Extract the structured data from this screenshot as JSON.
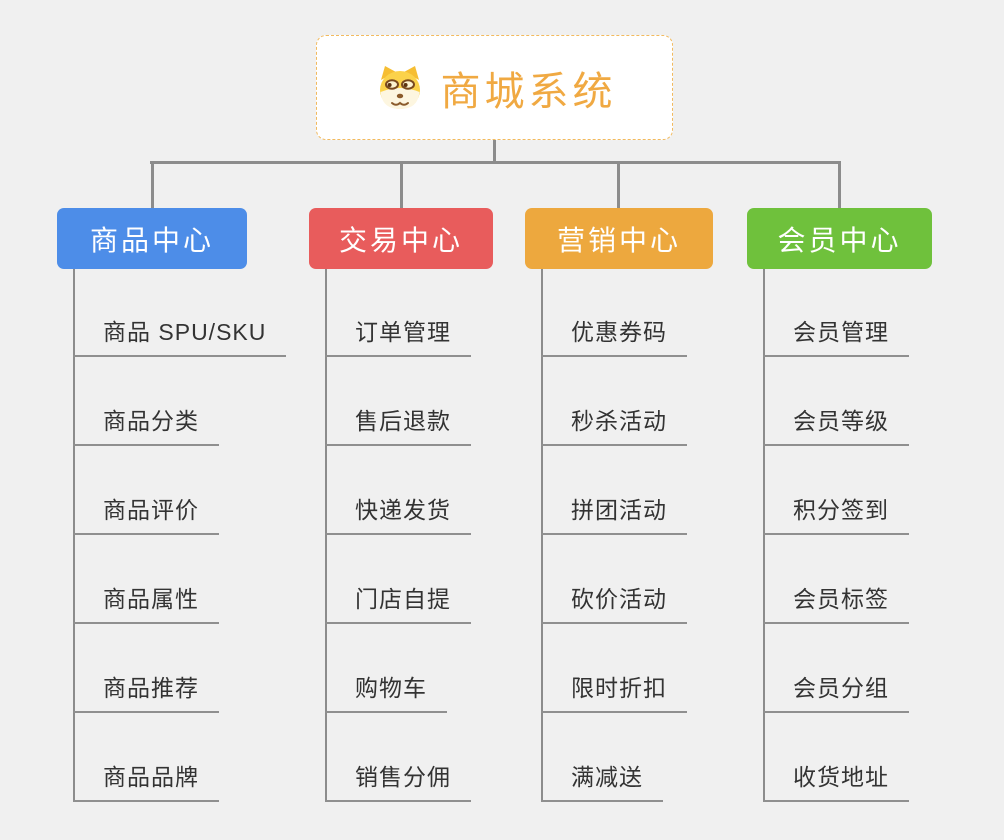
{
  "root": {
    "title": "商城系统",
    "icon": "doge-icon"
  },
  "branches": [
    {
      "label": "商品中心",
      "color": "#4D8DE8",
      "children": [
        "商品 SPU/SKU",
        "商品分类",
        "商品评价",
        "商品属性",
        "商品推荐",
        "商品品牌"
      ]
    },
    {
      "label": "交易中心",
      "color": "#E85C5C",
      "children": [
        "订单管理",
        "售后退款",
        "快递发货",
        "门店自提",
        "购物车",
        "销售分佣"
      ]
    },
    {
      "label": "营销中心",
      "color": "#EDA83E",
      "children": [
        "优惠券码",
        "秒杀活动",
        "拼团活动",
        "砍价活动",
        "限时折扣",
        "满减送"
      ]
    },
    {
      "label": "会员中心",
      "color": "#6FC13C",
      "children": [
        "会员管理",
        "会员等级",
        "积分签到",
        "会员标签",
        "会员分组",
        "收货地址"
      ]
    }
  ],
  "colors": {
    "background": "#F0F0F0",
    "connector": "#8C8C8C",
    "root_border": "#F2BA5E",
    "root_text": "#F0A942",
    "leaf_text": "#333333"
  }
}
